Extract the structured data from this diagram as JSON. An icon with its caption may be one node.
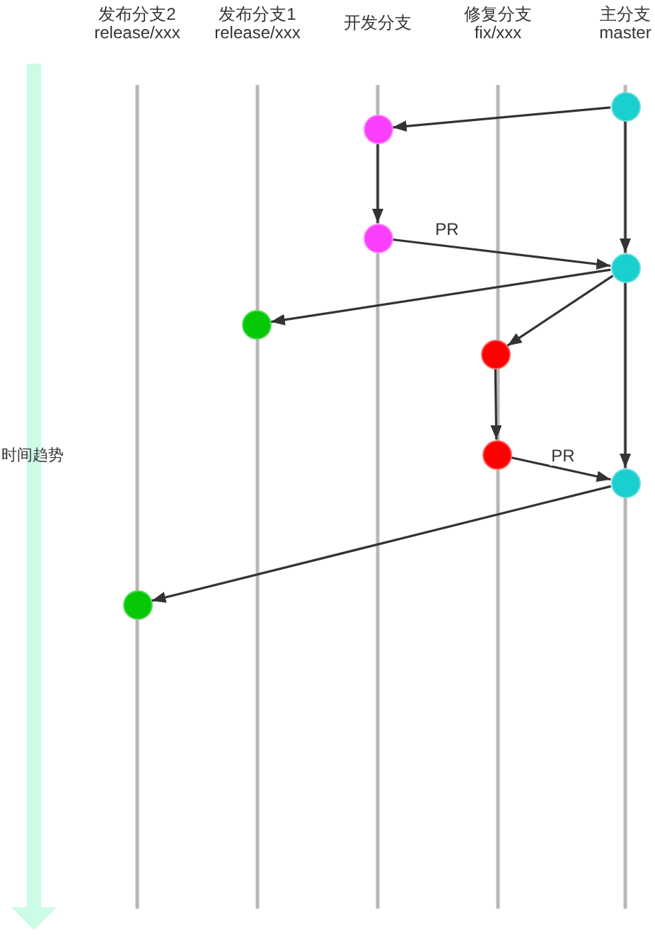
{
  "diagram": {
    "nodes": [
      {
        "text": [],
        "shape": "circle"
      },
      {
        "text": [],
        "shape": "circle"
      },
      {
        "text": [],
        "shape": "circle"
      },
      {
        "text": [],
        "shape": "circle"
      },
      {
        "text": [],
        "shape": "circle"
      },
      {
        "text": [],
        "shape": "circle"
      },
      {
        "text": [],
        "shape": "circle"
      },
      {
        "text": [],
        "shape": "circle"
      },
      {
        "text": [],
        "shape": "circle"
      }
    ],
    "edges": [
      {
        "from": 0,
        "to": 1,
        "arrow": "to"
      },
      {
        "from": 0,
        "to": 3,
        "arrow": "to"
      },
      {
        "from": 1,
        "to": 2,
        "arrow": "to"
      },
      {
        "from": 2,
        "to": 3,
        "arrow": "to",
        "label": "PR"
      },
      {
        "from": 3,
        "to": 4,
        "arrow": "to"
      },
      {
        "from": 3,
        "to": 5,
        "arrow": "to"
      },
      {
        "from": 3,
        "to": 7,
        "arrow": "to"
      },
      {
        "from": 5,
        "to": 6,
        "arrow": "to"
      },
      {
        "from": 6,
        "to": 7,
        "arrow": "to",
        "label": "PR"
      },
      {
        "from": 7,
        "to": 8,
        "arrow": "to"
      }
    ],
    "labels": [
      "发布分支2 release/xxx",
      "发布分支1 release/xxx",
      "开发分支",
      "修复分支 fix/xxx",
      "主分支 master",
      "时间趋势"
    ]
  }
}
